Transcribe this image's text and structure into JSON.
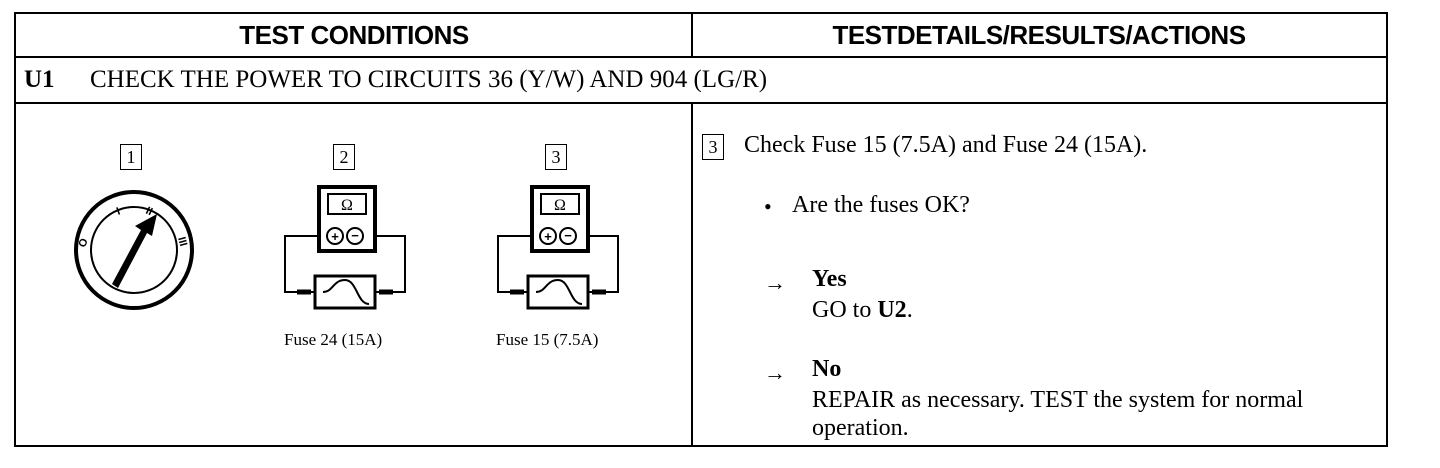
{
  "header": {
    "left": "TEST CONDITIONS",
    "right": "TESTDETAILS/RESULTS/ACTIONS"
  },
  "step": {
    "id": "U1",
    "title": "CHECK THE POWER TO CIRCUITS 36 (Y/W) AND 904 (LG/R)"
  },
  "illustrations": {
    "callouts": [
      "1",
      "2",
      "3"
    ],
    "ignition_positions": [
      "O",
      "I",
      "II",
      "III"
    ],
    "ohm_symbol": "Ω",
    "plus": "+",
    "minus": "−",
    "captions": [
      "Fuse 24 (15A)",
      "Fuse 15 (7.5A)"
    ]
  },
  "details": {
    "callout": "3",
    "check": "Check Fuse 15 (7.5A) and Fuse 24 (15A).",
    "bullet": "•",
    "question": "Are the fuses OK?",
    "arrow": "→",
    "yes_label": "Yes",
    "yes_prefix": "GO to ",
    "yes_target": "U2",
    "yes_suffix": ".",
    "no_label": "No",
    "no_action": "REPAIR as necessary. TEST the system for normal operation."
  }
}
